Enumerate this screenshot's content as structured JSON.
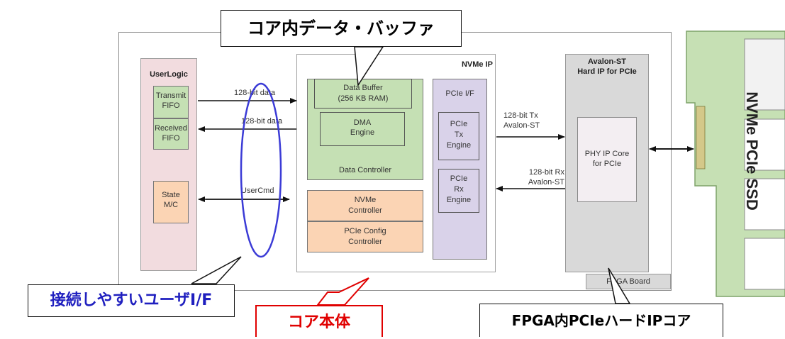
{
  "callouts": {
    "top": "コア内データ・バッファ",
    "user_if": "接続しやすいユーザI/F",
    "core": "コア本体",
    "fpga": "FPGA内PCIeハードIPコア"
  },
  "user_logic": {
    "title": "UserLogic",
    "tx_fifo": [
      "Transmit",
      "FIFO"
    ],
    "rx_fifo": [
      "Received",
      "FIFO"
    ],
    "state": [
      "State",
      "M/C"
    ]
  },
  "signals": {
    "data1": "128-bit data",
    "data2": "128-bit data",
    "usercmd": "UserCmd",
    "tx": [
      "128-bit Tx",
      "Avalon-ST"
    ],
    "rx": [
      "128-bit  Rx",
      "Avalon-ST"
    ]
  },
  "nvme_ip": {
    "title": "NVMe IP",
    "data_buffer": [
      "Data Buffer",
      "(256 KB RAM)"
    ],
    "dma": [
      "DMA",
      "Engine"
    ],
    "data_controller": "Data Controller",
    "nvme_controller": [
      "NVMe",
      "Controller"
    ],
    "pcie_config": [
      "PCIe Config",
      "Controller"
    ],
    "pcie_if": "PCIe I/F",
    "tx_engine": [
      "PCIe",
      "Tx",
      "Engine"
    ],
    "rx_engine": [
      "PCIe",
      "Rx",
      "Engine"
    ]
  },
  "avalon": {
    "title": [
      "Avalon-ST",
      "Hard IP for PCIe"
    ],
    "phy": [
      "PHY IP Core",
      "for PCIe"
    ]
  },
  "fpga_board": "FPGA Board",
  "ssd": "NVMe PCIe SSD",
  "colors": {
    "user_logic_bg": "#f2dcdf",
    "fifo_green": "#c5e0b4",
    "nvme_controller_orange": "#fbd4b4",
    "pcie_if_purple": "#d9d2e9",
    "avalon_gray": "#d9d9d9",
    "ssd_green": "#c6e0b4",
    "callout_blue": "#1f1fbf",
    "callout_red": "#e00000",
    "ellipse_blue": "#3b3bd6"
  }
}
